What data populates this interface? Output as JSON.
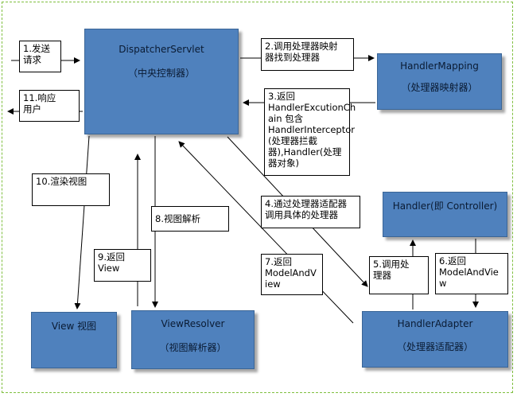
{
  "boxes": {
    "dispatcher": {
      "title": "DispatcherServlet",
      "subtitle": "（中央控制器）"
    },
    "handler_mapping": {
      "title": "HandlerMapping",
      "subtitle": "（处理器映射器）"
    },
    "handler": {
      "title": "Handler(即 Controller)"
    },
    "handler_adapter": {
      "title": "HandlerAdapter",
      "subtitle": "（处理器适配器）"
    },
    "view_resolver": {
      "title": "ViewResolver",
      "subtitle": "（视图解析器）"
    },
    "view": {
      "title": "View 视图"
    }
  },
  "labels": {
    "step1": "1.发送\n请求",
    "step2": "2.调用处理器映射\n器找到处理器",
    "step3": "3.返回\nHandlerExcutionCh\nain 包含\nHandlerInterceptor\n(处理器拦截\n器),Handler(处理\n器对象)",
    "step4": "4.通过处理器适配器\n调用具体的处理器",
    "step5": "5.调用处\n理器",
    "step6": "6.返回\nModelAndVie\nw",
    "step7": "7.返回\nModelAndV\niew",
    "step8": "8.视图解析",
    "step9": "9.返回\nView",
    "step10": "10.渲染视图",
    "step11": "11.响应\n用户"
  }
}
